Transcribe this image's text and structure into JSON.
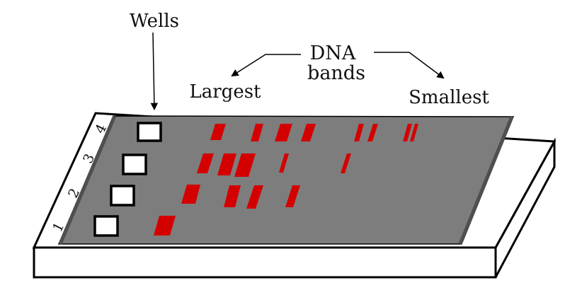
{
  "labels": {
    "wells": "Wells",
    "dna_line1": "DNA",
    "dna_line2": "bands",
    "largest": "Largest",
    "smallest": "Smallest"
  },
  "lanes": [
    {
      "number": "1"
    },
    {
      "number": "2"
    },
    {
      "number": "3"
    },
    {
      "number": "4"
    }
  ],
  "colors": {
    "gel": "#7d7d7d",
    "band": "#d40000",
    "slab": "#ffffff",
    "outline": "#000000"
  }
}
